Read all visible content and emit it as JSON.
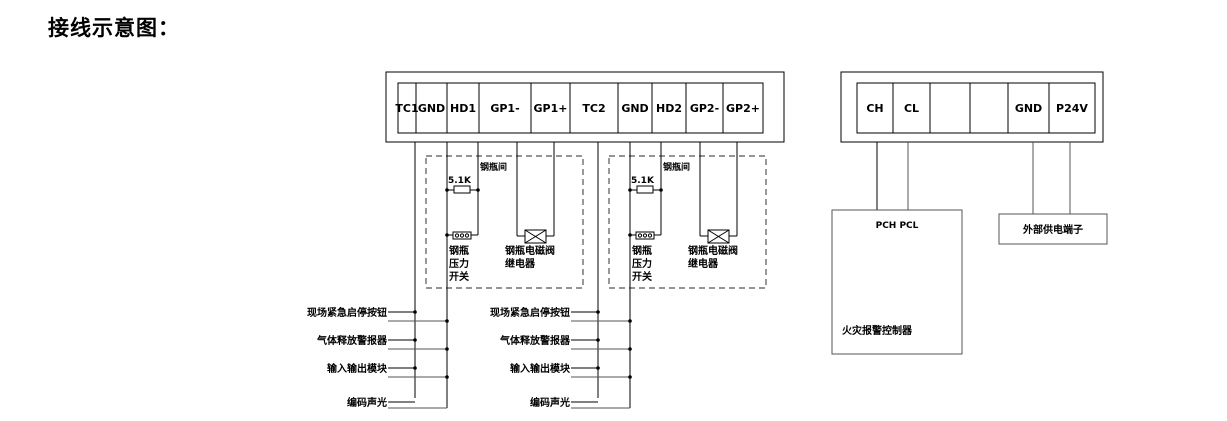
{
  "title": "接线示意图：",
  "terminal_block_main": {
    "terminals": [
      "TC1",
      "GND",
      "HD1",
      "GP1-",
      "GP1+",
      "TC2",
      "GND",
      "HD2",
      "GP2-",
      "GP2+"
    ]
  },
  "terminal_block_controller": {
    "terminals": [
      "CH",
      "CL",
      "",
      "",
      "GND",
      "P24V"
    ]
  },
  "zones": [
    {
      "resistor_label": "5.1K",
      "cylinder_room_label": "钢瓶间",
      "pressure_switch_label": [
        "钢瓶",
        "压力",
        "开关"
      ],
      "solenoid_label": [
        "钢瓶电磁阀",
        "继电器"
      ]
    },
    {
      "resistor_label": "5.1K",
      "cylinder_room_label": "钢瓶间",
      "pressure_switch_label": [
        "钢瓶",
        "压力",
        "开关"
      ],
      "solenoid_label": [
        "钢瓶电磁阀",
        "继电器"
      ]
    }
  ],
  "field_devices": [
    "现场紧急启停按钮",
    "气体释放警报器",
    "输入输出模块",
    "编码声光"
  ],
  "fire_controller": {
    "terminals_label": "PCH PCL",
    "name": "火灾报警控制器"
  },
  "external_power": {
    "name": "外部供电端子"
  }
}
